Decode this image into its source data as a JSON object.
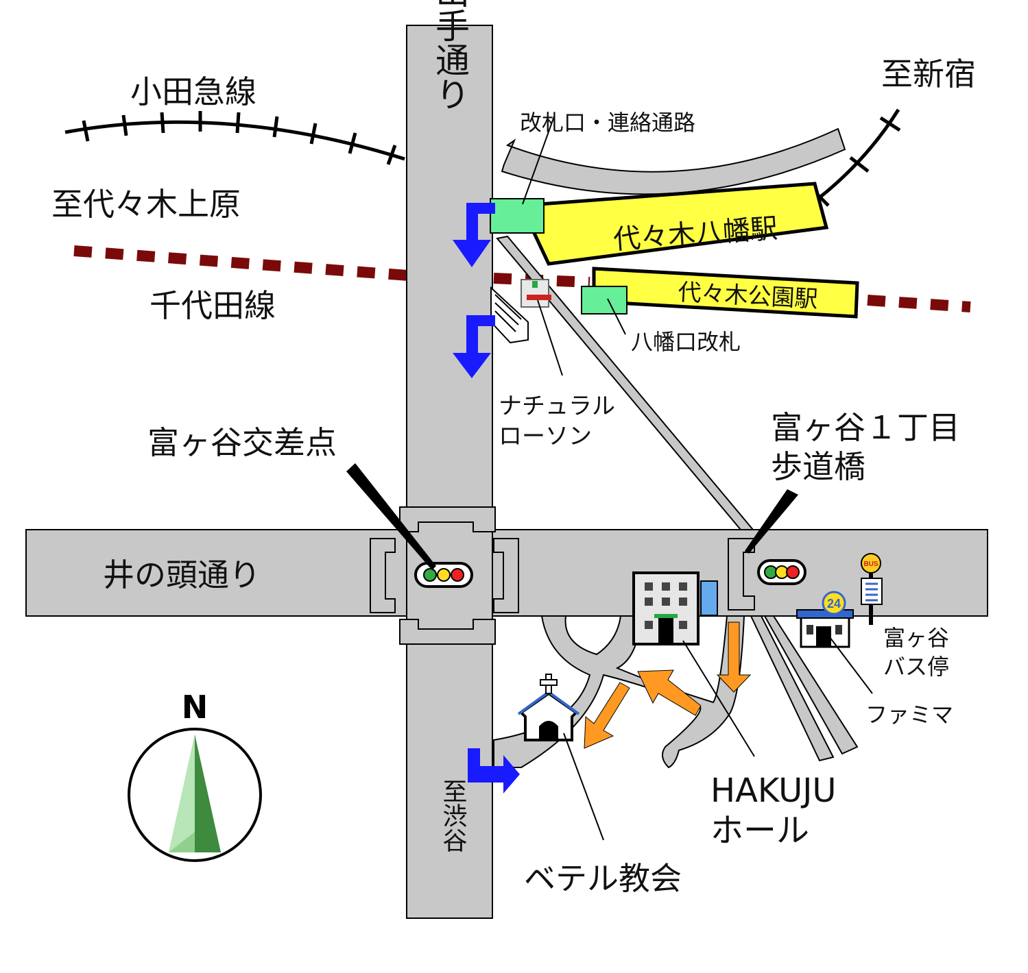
{
  "roads": {
    "yamate": "山手通り",
    "inokashira": "井の頭通り",
    "to_shibuya": "至渋谷"
  },
  "railways": {
    "odakyu": "小田急線",
    "chiyoda": "千代田線",
    "to_shinjuku": "至新宿",
    "to_uehara": "至代々木上原"
  },
  "stations": {
    "yoyogi_hachiman": "代々木八幡駅",
    "yoyogi_koen": "代々木公園駅"
  },
  "labels": {
    "gate_passage": "改札口・連絡通路",
    "hachiman_gate": "八幡口改札",
    "natural_lawson": [
      "ナチュラル",
      "ローソン"
    ],
    "tomigaya_crossing": "富ヶ谷交差点",
    "footbridge": [
      "富ヶ谷１丁目",
      "歩道橋"
    ],
    "bus_stop": [
      "富ヶ谷",
      "バス停"
    ],
    "famima": "ファミマ",
    "hakuju": [
      "HAKUJU",
      "ホール"
    ],
    "bethel": "ベテル教会"
  },
  "icons": {
    "compass_letter": "N",
    "bus_sign": "BUS",
    "store_number": "24"
  },
  "colors": {
    "road": "#c8c8c8",
    "station_fill": "#ffff44",
    "gate_fill": "#66ee99",
    "route_blue": "#1a1aff",
    "route_orange": "#ff9922",
    "chiyoda_line": "#7a0a0a"
  }
}
